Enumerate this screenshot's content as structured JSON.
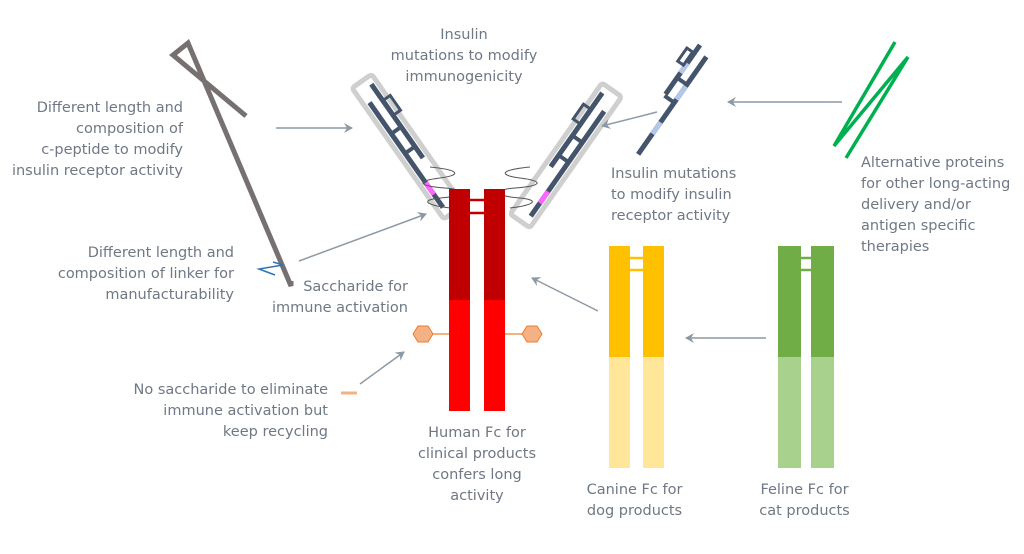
{
  "figure": {
    "title": "Insulin-Fc fusion protein design options",
    "colors": {
      "label_text": "#6f7884",
      "arrow": "#8c9aa6",
      "insulin_chain": "#44546a",
      "insulin_mutation": "#b4c7e7",
      "cpeptide": "#777070",
      "cpeptide_frame": "#cfcfcf",
      "linker_highlight": "#ff66ff",
      "linker_spring": "#555555",
      "linker_alt": "#2e75b6",
      "human_fc_top": "#c00000",
      "human_fc_bottom": "#ff0000",
      "saccharide": "#f4b183",
      "saccharide_stroke": "#ed7d31",
      "canine_fc_top": "#ffc000",
      "canine_fc_bottom": "#ffe699",
      "feline_fc_top": "#70ad47",
      "feline_fc_bottom": "#a9d18e",
      "alt_protein": "#00b050"
    }
  },
  "labels": {
    "insulin_immunogenicity": "Insulin\nmutations to modify\nimmunogenicity",
    "cpeptide": "Different length and\ncomposition of\nc-peptide to modify\ninsulin receptor activity",
    "linker": "Different length and\ncomposition of linker for\nmanufacturability",
    "saccharide": "Saccharide for\nimmune activation",
    "no_saccharide": "No saccharide to eliminate\nimmune activation but\nkeep recycling",
    "insulin_receptor": "Insulin mutations\nto modify insulin\nreceptor activity",
    "alt_proteins": "Alternative proteins\nfor other long-acting\ndelivery and/or\nantigen specific\ntherapies",
    "human_fc": "Human Fc for\nclinical products\nconfers long\nactivity",
    "canine_fc": "Canine Fc for\ndog products",
    "feline_fc": "Feline Fc for\ncat products"
  }
}
